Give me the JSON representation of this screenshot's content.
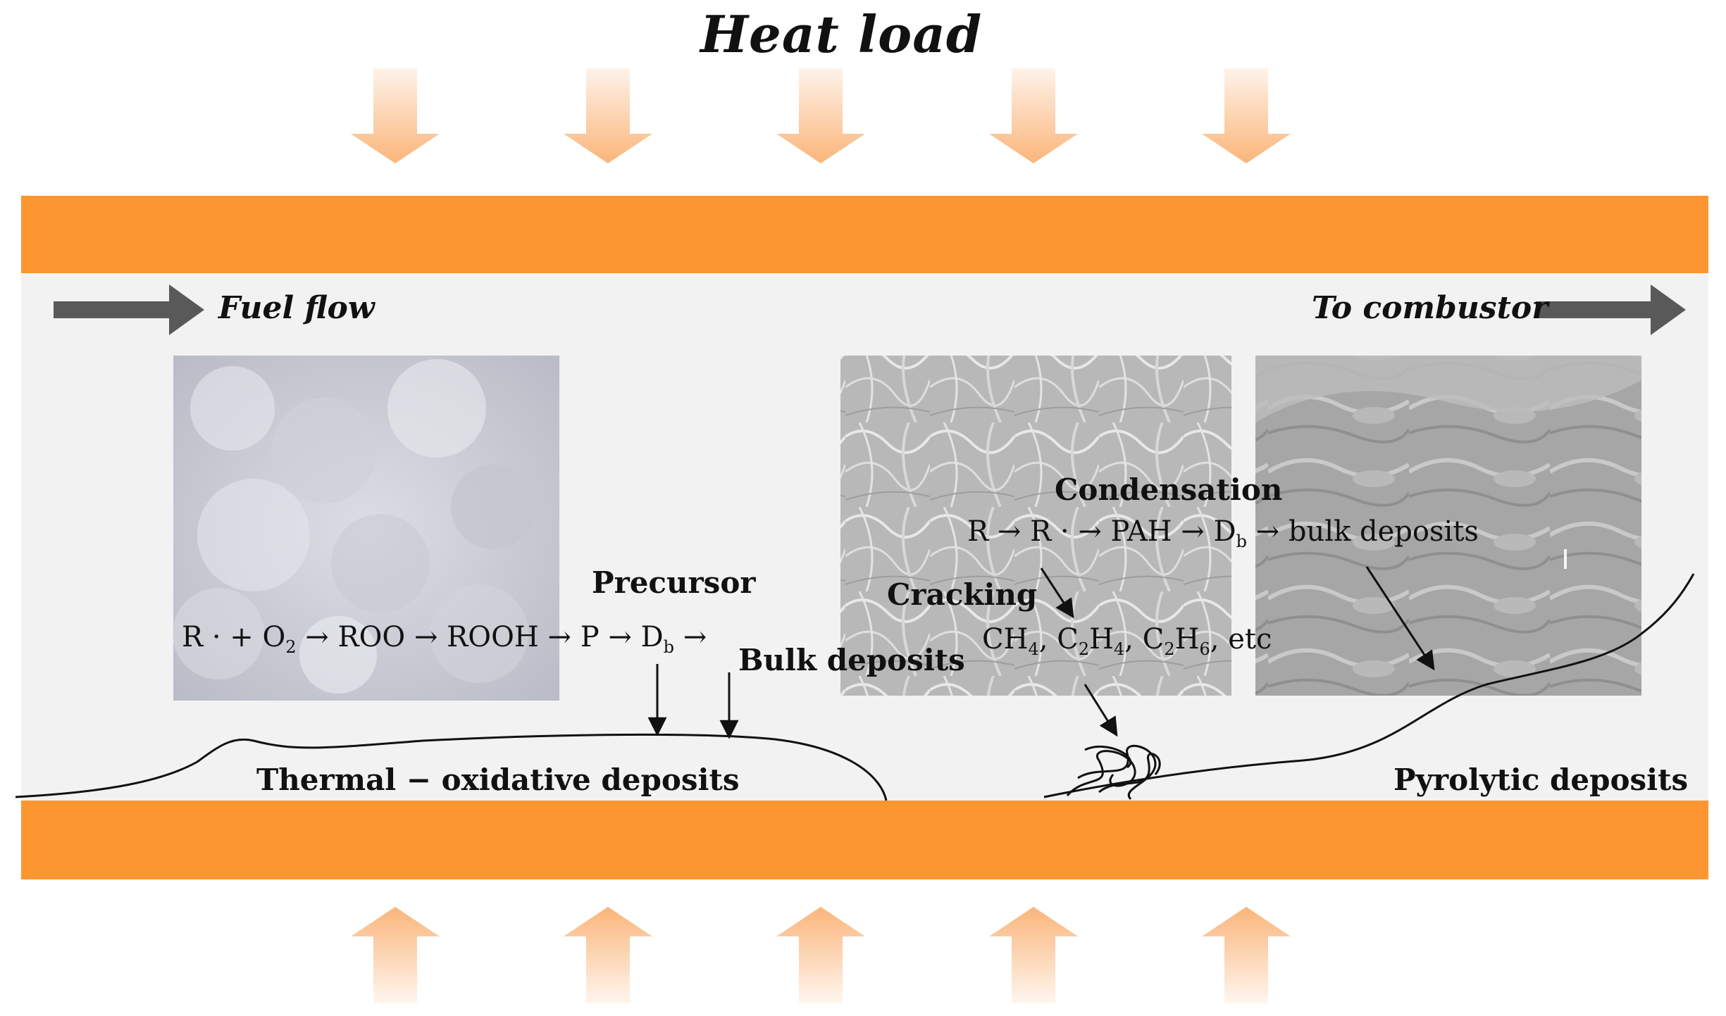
{
  "title": "Heat load",
  "fuel_flow_label": "Fuel flow",
  "to_combustor_label": "To combustor",
  "precursor_label": "Precursor",
  "oxidation_reaction": {
    "parts": [
      "R · + O",
      "2",
      " → ROO → ROOH → P → D",
      "b",
      " →"
    ]
  },
  "bulk_deposits_label": "Bulk deposits",
  "thermal_oxidative_label": "Thermal − oxidative deposits",
  "condensation_label": "Condensation",
  "condensation_reaction": {
    "parts": [
      "R → R · → PAH → D",
      "b",
      " → bulk deposits"
    ]
  },
  "cracking_label": "Cracking",
  "cracking_products": {
    "parts": [
      "CH",
      "4",
      ",  C",
      "2",
      "H",
      "4",
      ",  C",
      "2",
      "H",
      "6",
      ",  etc"
    ]
  },
  "pyrolytic_label": "Pyrolytic deposits",
  "colors": {
    "wall": "#fb9631",
    "channel": "#f2f2f2",
    "flow_arrow": "#595959",
    "heat_arrow_top": "#fbc59a",
    "heat_arrow_bottom": "#fef3ea"
  },
  "micrographs": [
    "thermal-oxidative-deposit-micrograph",
    "filamentous-carbon-micrograph",
    "pyrolytic-carbon-micrograph"
  ]
}
